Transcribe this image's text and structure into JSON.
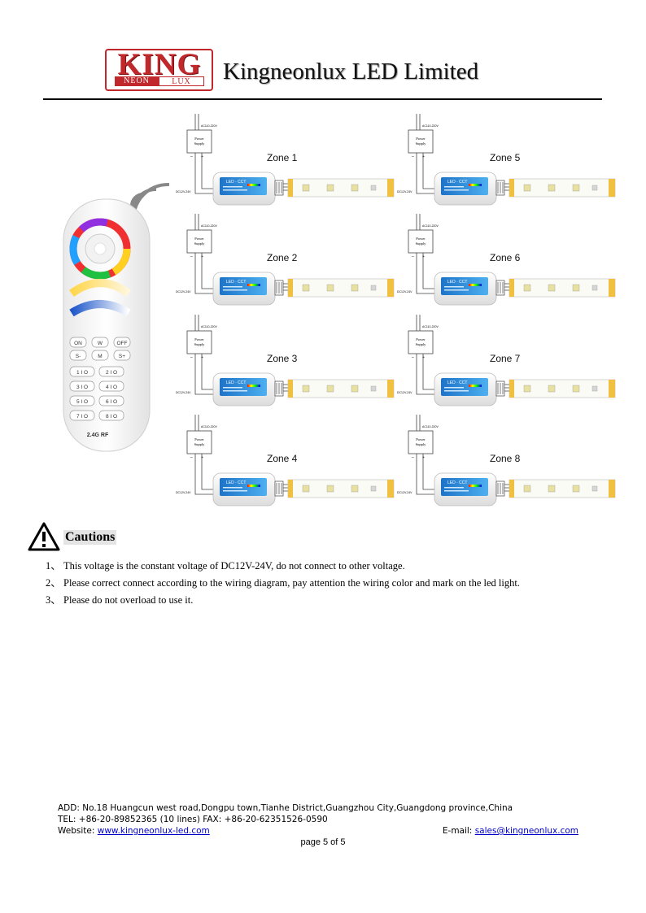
{
  "header": {
    "logo_main": "KING",
    "logo_sub_left": "NEON",
    "logo_sub_right": "LUX",
    "company_name": "Kingneonlux LED Limited"
  },
  "diagram": {
    "remote": {
      "buttons_row1": [
        "ON",
        "W",
        "OFF"
      ],
      "buttons_row2": [
        "S-",
        "M",
        "S+"
      ],
      "zone_buttons": [
        "1 I O",
        "2 I O",
        "3 I O",
        "4 I O",
        "5 I O",
        "6 I O",
        "7 I O",
        "8 I O"
      ],
      "label": "2.4G RF"
    },
    "zones": [
      "Zone 1",
      "Zone 2",
      "Zone 3",
      "Zone 4",
      "Zone 5",
      "Zone 6",
      "Zone 7",
      "Zone 8"
    ],
    "power_supply_label": "Power Supply",
    "ac_label": "AC110-220V",
    "dc_label": "DC12V-24V",
    "controller_label": "LED · CCT"
  },
  "cautions": {
    "title": "Cautions",
    "items": [
      {
        "num": "1、",
        "text": "This voltage is the constant voltage of DC12V-24V, do not connect to other voltage."
      },
      {
        "num": "2、",
        "text": "Please correct connect according to the wiring diagram, pay attention the wiring color and mark on the led light."
      },
      {
        "num": "3、",
        "text": "Please do not overload to use it."
      }
    ]
  },
  "footer": {
    "address": "ADD: No.18 Huangcun west road,Dongpu town,Tianhe District,Guangzhou City,Guangdong province,China",
    "tel": "TEL: +86-20-89852365 (10 lines) FAX: +86-20-62351526-0590",
    "website_label": "Website: ",
    "website": "www.kingneonlux-led.com",
    "email_label": "E-mail: ",
    "email": "sales@kingneonlux.com",
    "page": "page 5 of 5"
  },
  "colors": {
    "brand_red": "#c0282c",
    "controller_blue": "#2f8fd8",
    "link_blue": "#0000cc"
  }
}
